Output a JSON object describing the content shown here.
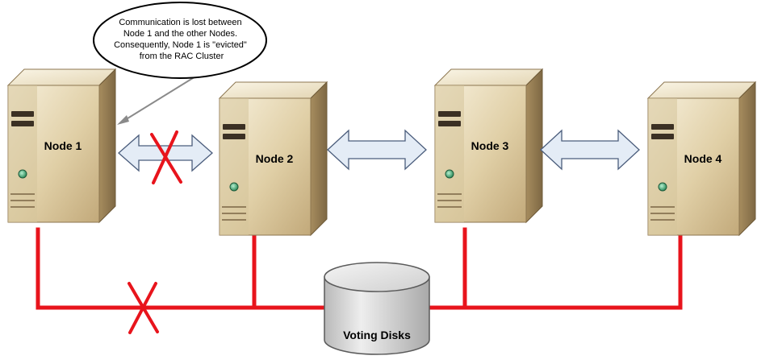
{
  "callout": {
    "lines": [
      "Communication is lost between",
      "Node 1 and the other Nodes.",
      "Consequently, Node 1 is \"evicted\"",
      "from the RAC Cluster"
    ]
  },
  "nodes": [
    {
      "label": "Node 1"
    },
    {
      "label": "Node 2"
    },
    {
      "label": "Node 3"
    },
    {
      "label": "Node 4"
    }
  ],
  "storage": {
    "label": "Voting Disks"
  },
  "links": {
    "interconnect": [
      {
        "from": "Node 1",
        "to": "Node 2",
        "status": "broken"
      },
      {
        "from": "Node 2",
        "to": "Node 3",
        "status": "ok"
      },
      {
        "from": "Node 3",
        "to": "Node 4",
        "status": "ok"
      }
    ],
    "storage_network": [
      {
        "node": "Node 1",
        "status": "broken"
      },
      {
        "node": "Node 2",
        "status": "ok"
      },
      {
        "node": "Node 3",
        "status": "ok"
      },
      {
        "node": "Node 4",
        "status": "ok"
      }
    ]
  },
  "colors": {
    "storage_line": "#e8141c",
    "break_mark": "#e8141c",
    "arrow_fill": "#e4ecf6",
    "arrow_stroke": "#4b5d7c",
    "server_light": "#f0e6c8",
    "server_dark": "#a89064",
    "disk_fill": "#dcdcdc"
  }
}
